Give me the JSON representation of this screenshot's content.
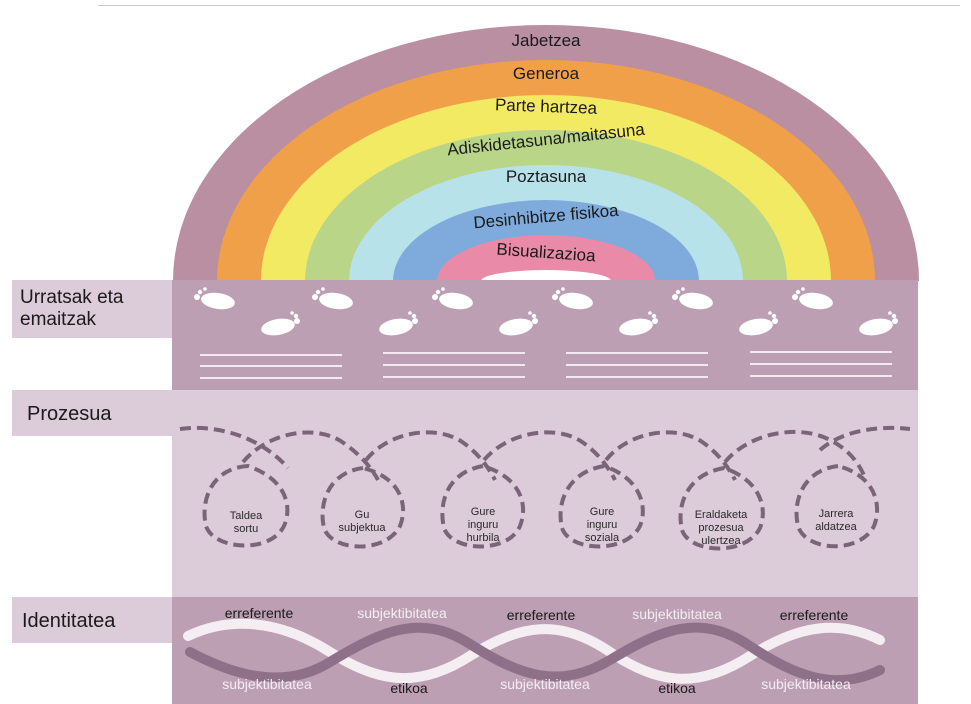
{
  "rainbow": {
    "bands": [
      {
        "label": "Jabetzea",
        "color": "#b98fa1"
      },
      {
        "label": "Generoa",
        "color": "#f1a04a"
      },
      {
        "label": "Parte hartzea",
        "color": "#f3ea64"
      },
      {
        "label": "Adiskidetasuna/maitasuna",
        "color": "#b9d588"
      },
      {
        "label": "Poztasuna",
        "color": "#b7e2ea"
      },
      {
        "label": "Desinhibitze fisikoa",
        "color": "#7eabdc"
      },
      {
        "label": "Bisualizazioa",
        "color": "#e98aa9"
      }
    ],
    "inner_color": "#ffffff"
  },
  "sections": {
    "steps": {
      "label_line1": "Urratsak eta",
      "label_line2": "emaitzak"
    },
    "process": {
      "label": "Prozesua",
      "loops": [
        {
          "lines": [
            "Taldea",
            "sortu"
          ]
        },
        {
          "lines": [
            "Gu",
            "subjektua"
          ]
        },
        {
          "lines": [
            "Gure",
            "inguru",
            "hurbila"
          ]
        },
        {
          "lines": [
            "Gure",
            "inguru",
            "soziala"
          ]
        },
        {
          "lines": [
            "Eraldaketa",
            "prozesua",
            "ulertzea"
          ]
        },
        {
          "lines": [
            "Jarrera",
            "aldatzea"
          ]
        }
      ]
    },
    "identity": {
      "label": "Identitatea",
      "top_words": [
        "erreferente",
        "subjektibitatea",
        "erreferente",
        "subjektibitatea",
        "erreferente"
      ],
      "bottom_words": [
        "subjektibitatea",
        "etikoa",
        "subjektibitatea",
        "etikoa",
        "subjektibitatea"
      ]
    }
  },
  "colors": {
    "band_dark": "#bd9fb3",
    "band_light": "#dccbd8",
    "label_bg": "#dccbd8",
    "dash": "#7a6478",
    "wave_light": "#f4eef3",
    "wave_dark": "#8e7088"
  }
}
